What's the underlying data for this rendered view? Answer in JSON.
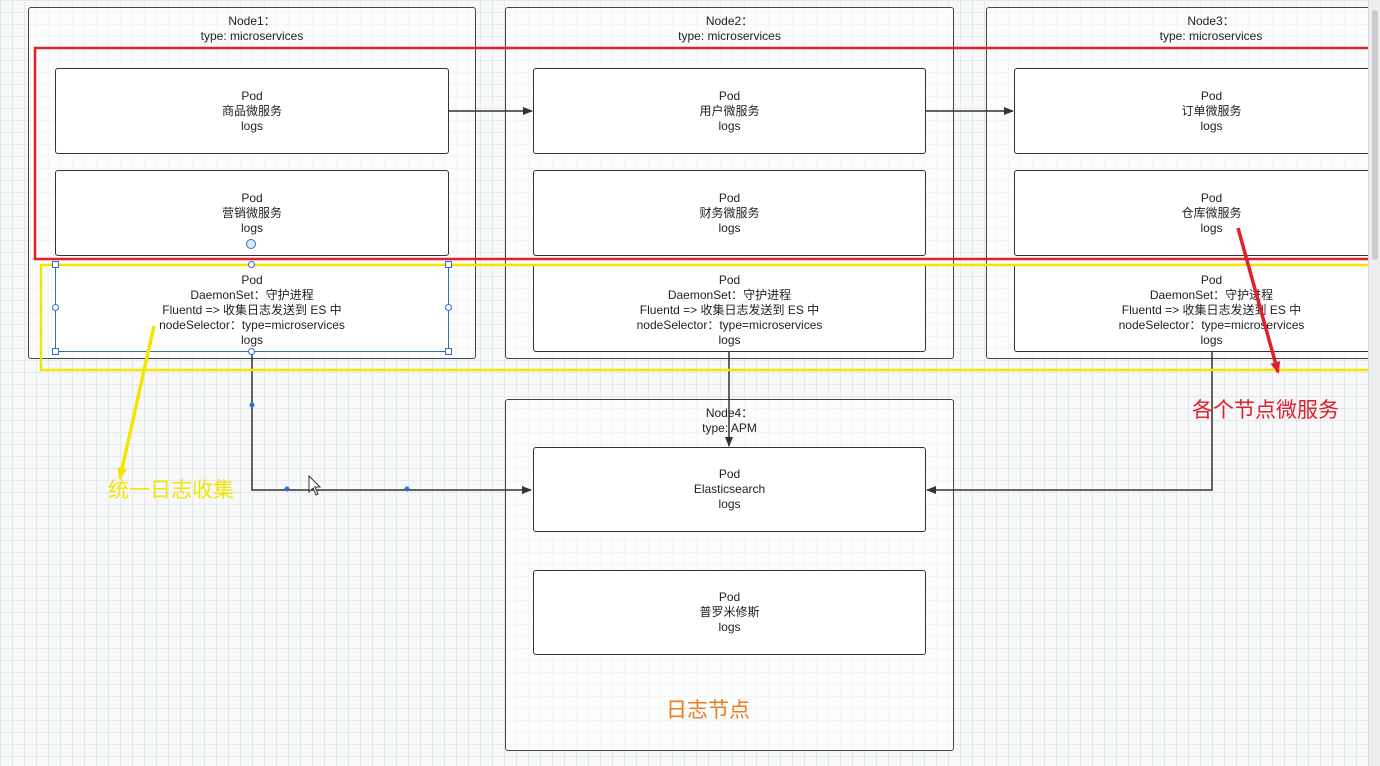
{
  "nodes": {
    "node1": {
      "title": "Node1：",
      "type": "type: microservices"
    },
    "node2": {
      "title": "Node2：",
      "type": "type: microservices"
    },
    "node3": {
      "title": "Node3：",
      "type": "type: microservices"
    },
    "node4": {
      "title": "Node4：",
      "type": "type: APM"
    }
  },
  "pods": {
    "n1_goods": [
      "Pod",
      "商品微服务",
      "logs"
    ],
    "n1_marketing": [
      "Pod",
      "营销微服务",
      "logs"
    ],
    "n1_daemon": [
      "Pod",
      "DaemonSet：守护进程",
      "Fluentd => 收集日志发送到 ES 中",
      "nodeSelector：type=microservices",
      "logs"
    ],
    "n2_user": [
      "Pod",
      "用户微服务",
      "logs"
    ],
    "n2_finance": [
      "Pod",
      "财务微服务",
      "logs"
    ],
    "n2_daemon": [
      "Pod",
      "DaemonSet：守护进程",
      "Fluentd => 收集日志发送到 ES 中",
      "nodeSelector：type=microservices",
      "logs"
    ],
    "n3_order": [
      "Pod",
      "订单微服务",
      "logs"
    ],
    "n3_warehouse": [
      "Pod",
      "仓库微服务",
      "logs"
    ],
    "n3_daemon": [
      "Pod",
      "DaemonSet：守护进程",
      "Fluentd => 收集日志发送到 ES 中",
      "nodeSelector：type=microservices",
      "logs"
    ],
    "n4_es": [
      "Pod",
      "Elasticsearch",
      "logs"
    ],
    "n4_prom": [
      "Pod",
      "普罗米修斯",
      "logs"
    ]
  },
  "annotations": {
    "unified_log": "统一日志收集",
    "node_microservices": "各个节点微服务",
    "log_node": "日志节点"
  },
  "colors": {
    "red": "#e0202a",
    "yellow": "#f2e600",
    "orange": "#f07a1e",
    "selection": "#2a6fd6"
  }
}
